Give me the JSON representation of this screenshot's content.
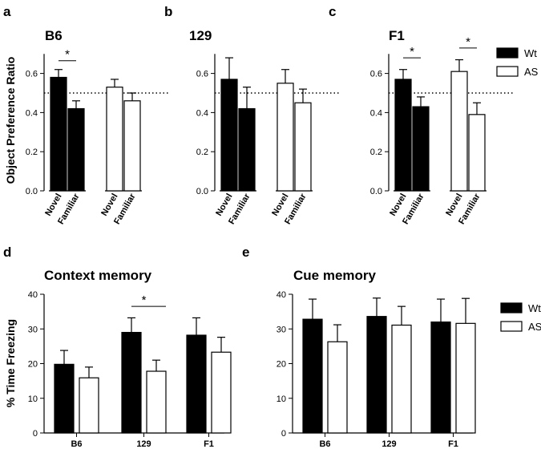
{
  "colors": {
    "wt": "#000000",
    "as": "#ffffff",
    "stroke": "#000000"
  },
  "legend": {
    "wt": "Wt",
    "as": "AS"
  },
  "ylabels": {
    "top": "Object Preference Ratio",
    "bottom": "% Time Freezing"
  },
  "chart_data": [
    {
      "panel": "a",
      "type": "bar",
      "title": "B6",
      "ylabel": "Object Preference Ratio",
      "ylim": [
        0,
        0.7
      ],
      "yticks": [
        "0.0",
        "0.2",
        "0.4",
        "0.6"
      ],
      "categories": [
        "Novel",
        "Familiar"
      ],
      "reference_line": 0.5,
      "series": [
        {
          "name": "Wt",
          "values": [
            0.58,
            0.42
          ],
          "errors": [
            0.04,
            0.04
          ]
        },
        {
          "name": "AS",
          "values": [
            0.53,
            0.46
          ],
          "errors": [
            0.04,
            0.04
          ]
        }
      ],
      "annotations": [
        "*"
      ]
    },
    {
      "panel": "b",
      "type": "bar",
      "title": "129",
      "ylim": [
        0,
        0.7
      ],
      "yticks": [
        "0.0",
        "0.2",
        "0.4",
        "0.6"
      ],
      "categories": [
        "Novel",
        "Familiar"
      ],
      "reference_line": 0.5,
      "series": [
        {
          "name": "Wt",
          "values": [
            0.57,
            0.42
          ],
          "errors": [
            0.11,
            0.11
          ]
        },
        {
          "name": "AS",
          "values": [
            0.55,
            0.45
          ],
          "errors": [
            0.07,
            0.07
          ]
        }
      ],
      "annotations": []
    },
    {
      "panel": "c",
      "type": "bar",
      "title": "F1",
      "ylim": [
        0,
        0.7
      ],
      "yticks": [
        "0.0",
        "0.2",
        "0.4",
        "0.6"
      ],
      "categories": [
        "Novel",
        "Familiar"
      ],
      "reference_line": 0.5,
      "series": [
        {
          "name": "Wt",
          "values": [
            0.57,
            0.43
          ],
          "errors": [
            0.05,
            0.05
          ]
        },
        {
          "name": "AS",
          "values": [
            0.61,
            0.39
          ],
          "errors": [
            0.06,
            0.06
          ]
        }
      ],
      "annotations": [
        "*",
        "*"
      ]
    },
    {
      "panel": "d",
      "type": "bar",
      "title": "Context memory",
      "ylabel": "% Time Freezing",
      "ylim": [
        0,
        40
      ],
      "yticks": [
        "0",
        "10",
        "20",
        "30",
        "40"
      ],
      "categories": [
        "B6",
        "129",
        "F1"
      ],
      "series": [
        {
          "name": "Wt",
          "values": [
            19.8,
            29.0,
            28.2
          ],
          "errors": [
            4.0,
            4.2,
            5.0
          ]
        },
        {
          "name": "AS",
          "values": [
            15.9,
            17.8,
            23.3
          ],
          "errors": [
            3.1,
            3.2,
            4.3
          ]
        }
      ],
      "annotations": [
        "*"
      ]
    },
    {
      "panel": "e",
      "type": "bar",
      "title": "Cue memory",
      "ylim": [
        0,
        40
      ],
      "yticks": [
        "0",
        "10",
        "20",
        "30",
        "40"
      ],
      "categories": [
        "B6",
        "129",
        "F1"
      ],
      "series": [
        {
          "name": "Wt",
          "values": [
            32.8,
            33.6,
            32.0
          ],
          "errors": [
            5.8,
            5.3,
            6.6
          ]
        },
        {
          "name": "AS",
          "values": [
            26.3,
            31.1,
            31.6
          ],
          "errors": [
            4.9,
            5.4,
            7.2
          ]
        }
      ],
      "annotations": []
    }
  ]
}
